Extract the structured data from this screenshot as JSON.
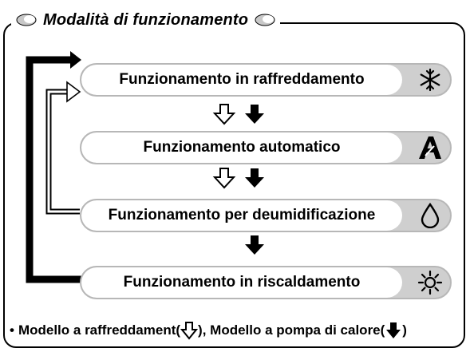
{
  "title": "Modalità di funzionamento",
  "modes": [
    {
      "label": "Funzionamento in raffreddamento",
      "icon": "snowflake-icon"
    },
    {
      "label": "Funzionamento automatico",
      "icon": "auto-a-icon"
    },
    {
      "label": "Funzionamento per deumidificazione",
      "icon": "droplet-icon"
    },
    {
      "label": "Funzionamento in riscaldamento",
      "icon": "sun-icon"
    }
  ],
  "footnote": {
    "bullet": "•",
    "part1": "Modello a raffreddament(",
    "part2": "), Modello a pompa di calore(",
    "part3": ")"
  },
  "colors": {
    "box_border": "#b7b7b7",
    "box_tab": "#cfcfcf",
    "line": "#000000"
  }
}
